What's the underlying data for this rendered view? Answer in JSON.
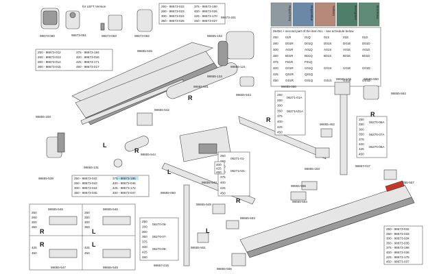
{
  "top_note": "for LEFT Version",
  "color_table": {
    "colors": [
      {
        "name": "Royal Grey",
        "hex": "#8f9aa0"
      },
      {
        "name": "Royal Blue",
        "hex": "#6b88a6"
      },
      {
        "name": "Sahara",
        "hex": "#b58a7a"
      },
      {
        "name": "Evergreen",
        "hex": "#4f7f6a"
      },
      {
        "name": "Bordeaux",
        "hex": "#5f8a76"
      }
    ],
    "header": "06454 + second part of the item No. - see schedule below",
    "rows": [
      {
        "size": "250",
        "cells": [
          "01R",
          "01Q",
          "01S",
          "01E",
          "01D"
        ]
      },
      {
        "size": "260",
        "cells": [
          "D01R",
          "D01Q",
          "D01S",
          "D01E",
          "D01D"
        ]
      },
      {
        "size": "300",
        "cells": [
          "A01R",
          "A01Q",
          "A01S",
          "A01E",
          "A01D"
        ]
      },
      {
        "size": "350",
        "cells": [
          "B01R",
          "B01Q",
          "B01S",
          "B01E",
          "B01D"
        ]
      },
      {
        "size": "375",
        "cells": [
          "F01R",
          "F01Q",
          "",
          "",
          ""
        ]
      },
      {
        "size": "400",
        "cells": [
          "C01R",
          "C01Q",
          "C01S",
          "C01E",
          "C01D"
        ]
      },
      {
        "size": "425",
        "cells": [
          "Q01R",
          "Q01Q",
          "",
          "",
          ""
        ]
      },
      {
        "size": "450",
        "cells": [
          "G01R",
          "G01Q",
          "G01S",
          "G01E",
          "G01D"
        ]
      }
    ]
  },
  "labels": {
    "p080": "98673-080",
    "p081": "98673-081",
    "p083": "98673-083",
    "p082": "98673-082",
    "p645": "98655-645",
    "p401": "98673-401",
    "p153": "98655-153",
    "p121": "98655-121",
    "p134": "98655-134",
    "p541": "98655-541",
    "p544a": "98655-544",
    "p050a": "98655-050",
    "p576": "98655-576",
    "p550": "98655-550",
    "p552": "98655-552",
    "p542": "98655-542",
    "p193": "98655-193",
    "p452": "98655-452",
    "p539": "98655-539",
    "p131": "98655-131",
    "p544b": "98655-544",
    "p543": "98655-543",
    "p017": "98667-017",
    "p153b": "98655-153",
    "p557": "98655-557",
    "p050b": "98655-050",
    "p555": "98655-555",
    "p554": "98655-554",
    "p549": "98655-549",
    "p553": "98655-553",
    "p545": "98655-545",
    "p546": "98655-546",
    "p547": "98655-547",
    "p548": "98655-548",
    "p551": "98655-551",
    "p016": "98667-016",
    "p556": "98655-556",
    "p088": "98673-088"
  },
  "tables": {
    "t_top": [
      [
        "250 - 98673-022",
        "375 - 98673-190"
      ],
      [
        "260 - 98673-023",
        "400 - 98673-026"
      ],
      [
        "300 - 98673-024",
        "425 - 98673-170"
      ],
      [
        "350 - 98673-025",
        "450 - 98673-027"
      ]
    ],
    "t_left": [
      [
        "250 - 98673-012",
        "375 - 98673-194"
      ],
      [
        "260 - 98673-013",
        "400 - 98673-016"
      ],
      [
        "300 - 98673-014",
        "425 - 98673-171"
      ],
      [
        "350 - 98673-015",
        "450 - 98673-017"
      ]
    ],
    "t_mid": [
      [
        "250 - 98673-042",
        "375 - 98673-195"
      ],
      [
        "260 - 98673-043",
        "400 - 98673-046"
      ],
      [
        "300 - 98673-044",
        "425 - 98673-172"
      ],
      [
        "350 - 98673-045",
        "450 - 98673-047"
      ]
    ],
    "t_arm1_sizes": [
      "250",
      "260",
      "300",
      "350",
      "375",
      "400",
      "425",
      "450"
    ],
    "t_arm1_codes": [
      "06271-01A",
      "06271A01A"
    ],
    "t_arm2_sizes": [
      "250",
      "260",
      "300",
      "350",
      "375",
      "400",
      "425",
      "450"
    ],
    "t_arm2_codes": [
      "06271-01-",
      "06271A01-"
    ],
    "t_r_sizes": [
      "250",
      "260",
      "300",
      "350",
      "375",
      "400",
      "425",
      "450"
    ],
    "t_r_codes": [
      "06270-06A",
      "06270-07A",
      "06270-08A"
    ],
    "t_l_sizes": [
      "250",
      "260",
      "300",
      "350",
      "375",
      "400",
      "425",
      "450"
    ],
    "t_l_codes": [
      "06270-06-",
      "06270-07-",
      "06270-08-"
    ],
    "t_543_sizes": [
      "400",
      "425",
      "450"
    ],
    "t_bottom": [
      "250 - 98673-032",
      "260 - 98673-033",
      "300 - 98673-034",
      "350 - 98673-035",
      "375 - 98673-196",
      "400 - 98673-036",
      "425 - 98673-175",
      "450 - 98673-037"
    ],
    "t_545_sizes": [
      "250",
      "260",
      "300",
      "350"
    ],
    "t_546_sizes": [
      "250",
      "260",
      "300",
      "350"
    ],
    "t_547_sizes": [
      "425",
      "450"
    ],
    "t_548_sizes": [
      "425",
      "450"
    ]
  },
  "rl": {
    "R": "R",
    "L": "L"
  }
}
